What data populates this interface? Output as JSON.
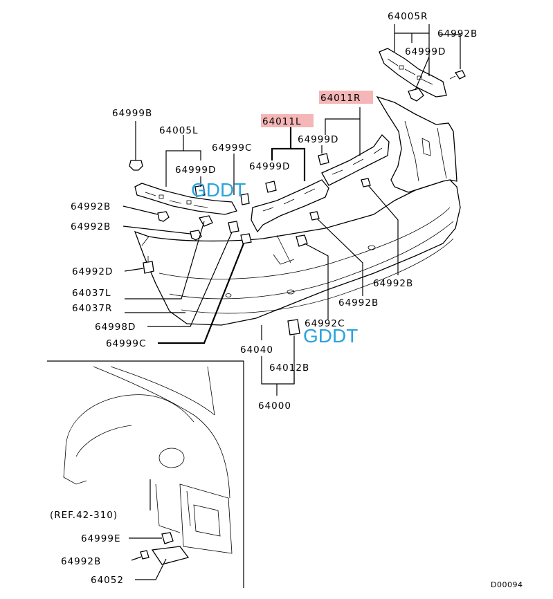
{
  "diagram": {
    "code": "D00094",
    "reference": "(REF.42-310)",
    "watermark": "GDDT",
    "highlight_color": "#f4b6b6",
    "watermark_color": "#29a3df",
    "labels": {
      "p64005R": "64005R",
      "p64992B_top": "64992B",
      "p64999D_top": "64999D",
      "p64011R": "64011R",
      "p64999B": "64999B",
      "p64011L": "64011L",
      "p64005L": "64005L",
      "p64999C_top": "64999C",
      "p64999D_mid": "64999D",
      "p64999D_left": "64999D",
      "p64999D_center": "64999D",
      "p64992B_1": "64992B",
      "p64992B_2": "64992B",
      "p64992D": "64992D",
      "p64037L": "64037L",
      "p64037R": "64037R",
      "p64998D": "64998D",
      "p64999C_bottom": "64999C",
      "p64040": "64040",
      "p64012B": "64012B",
      "p64000": "64000",
      "p64992C": "64992C",
      "p64992B_right": "64992B",
      "p64992B_center": "64992B",
      "p64999E": "64999E",
      "p64992B_inset": "64992B",
      "p64052": "64052"
    }
  }
}
